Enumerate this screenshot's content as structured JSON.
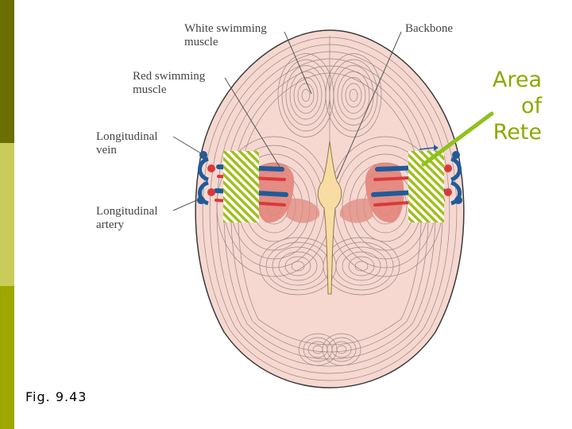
{
  "labels": {
    "white_muscle": "White swimming\nmuscle",
    "backbone": "Backbone",
    "red_muscle": "Red swimming\nmuscle",
    "long_vein": "Longitudinal\nvein",
    "long_artery": "Longitudinal\nartery"
  },
  "area_label": "Area\nof\nRete",
  "fig_label": "Fig. 9.43",
  "colors": {
    "body_fill": "#f6d8d1",
    "body_stroke": "#3a3a3a",
    "red_muscle": "#e3847a",
    "backbone": "#f9dca3",
    "vein": "#1f5b9b",
    "artery": "#d83a3a",
    "rete_hatch": "#9fbf1a",
    "pointer_green": "#8fc21c"
  }
}
